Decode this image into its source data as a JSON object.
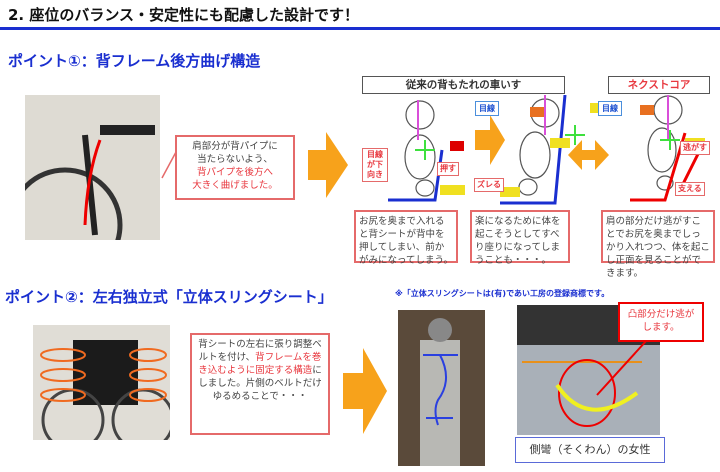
{
  "title": "2. 座位のバランス・安定性にも配慮した設計です！",
  "point1": {
    "heading": "ポイント①：背フレーム後方曲げ構造",
    "callout_line1": "肩部分が背パイプに",
    "callout_line2": "当たらないよう、",
    "callout_red1": "背パイプを後方へ",
    "callout_red2": "大きく曲げました。",
    "conventional_header": "従来の背もたれの車いす",
    "nextcore_header": "ネクストコア",
    "labels": {
      "gaze_down": "目線が下向き",
      "push": "押す",
      "gaze": "目線",
      "slip": "ズレる",
      "release": "逃がす",
      "support": "支える"
    },
    "desc1": "お尻を奥まで入れると背シートが背中を押してしまい、前かがみになってしまう。",
    "desc2": "楽になるために体を起こそうとしてすべり座りになってしまうことも・・・。",
    "desc3": "肩の部分だけ逃がすことでお尻を奥までしっかり入れつつ、体を起こし正面を見ることができます。"
  },
  "point2": {
    "heading": "ポイント②：左右独立式「立体スリングシート」",
    "note": "※「立体スリングシートは(有)であい工房の登録商標です。",
    "callout_a": "背シートの左右に張り調整ベルトを付け、",
    "callout_red": "背フレームを巻き込むように固定する構造",
    "callout_b": "にしました。片側のベルトだけゆるめることで・・・",
    "bump_note": "凸部分だけ逃がします。",
    "caption": "側彎（そくわん）の女性"
  },
  "colors": {
    "accent": "#1a2fd0",
    "red": "#e8383f",
    "orange": "#f7a21b"
  }
}
